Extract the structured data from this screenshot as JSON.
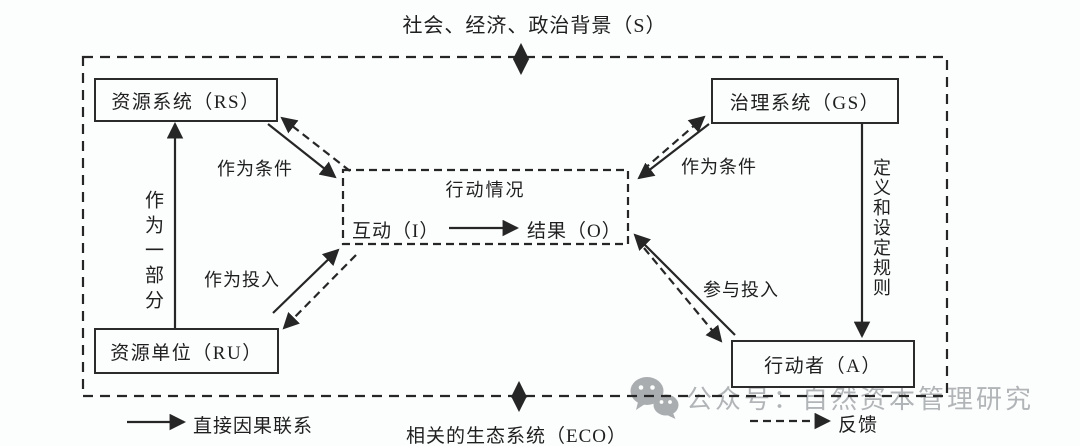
{
  "colors": {
    "ink": "#262626",
    "page_bg": "#fcfdfd",
    "watermark_gray": "#b2b5b7"
  },
  "context": {
    "top_label": "社会、经济、政治背景（S）",
    "bottom_label": "相关的生态系统（ECO）"
  },
  "boxes": {
    "resource_system": "资源系统（RS）",
    "governance_system": "治理系统（GS）",
    "resource_units": "资源单位（RU）",
    "actors": "行动者（A）"
  },
  "action_situation": {
    "title": "行动情况",
    "interaction": "互动（I）",
    "outcome": "结果（O）"
  },
  "edge_labels": {
    "as_conditions_left": "作为条件",
    "as_conditions_right": "作为条件",
    "as_inputs": "作为投入",
    "participation_inputs": "参与投入",
    "as_part_of": "作为一部分",
    "define_set_rules": "定义和设定规则"
  },
  "legend": {
    "direct_link": "直接因果联系",
    "feedback": "反馈"
  },
  "watermark": {
    "icon": "wechat-icon",
    "text": "公众号：自然资本管理研究"
  }
}
